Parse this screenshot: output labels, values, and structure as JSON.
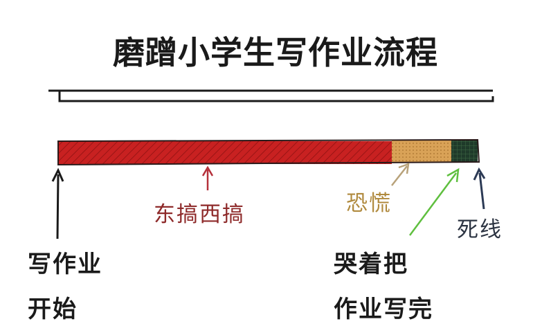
{
  "title": "磨蹭小学生写作业流程",
  "bar": {
    "segments": [
      {
        "label": "东搞西搞",
        "color": "#c82121"
      },
      {
        "label": "恐慌",
        "color": "#d9a257"
      },
      {
        "label": "死线",
        "color": "#1f3a2a"
      }
    ]
  },
  "start_label": {
    "line1": "写作业",
    "line2": "开始"
  },
  "end_label": {
    "line1": "哭着把",
    "line2": "作业写完"
  },
  "colors": {
    "red_arrow": "#b5303a",
    "gold_arrow": "#b8a27a",
    "green_arrow": "#5fbf3f",
    "dark_arrow": "#2c3a55"
  }
}
